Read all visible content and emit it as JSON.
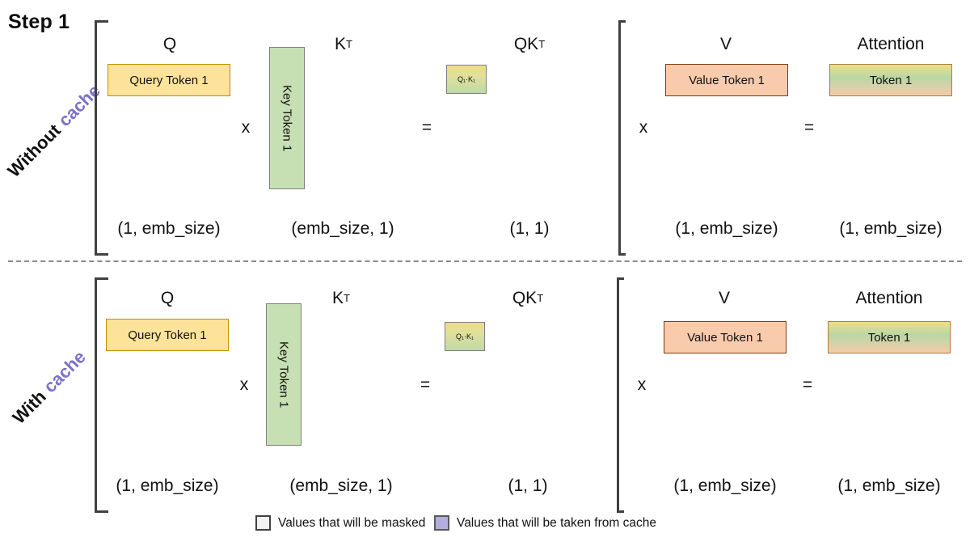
{
  "title": "Step 1",
  "colors": {
    "query_fill": "#fde39a",
    "query_border": "#bf9000",
    "key_fill": "#c7e0b3",
    "key_border": "#7f7f7f",
    "value_fill": "#f9cbad",
    "value_border": "#833c0b",
    "attention_gradient_top": "#ecdf87",
    "attention_gradient_mid": "#b9d7a6",
    "attention_gradient_bottom": "#f6cba9",
    "accent_purple": "#7b72c9",
    "bracket": "#404040",
    "masked_swatch": "#f2f2f2",
    "cache_swatch": "#b3aedd"
  },
  "rows": [
    {
      "id": "without-cache",
      "label_plain": "Without",
      "label_accent": "cache",
      "left_group": {
        "headers": [
          "Q",
          "K",
          "QK"
        ],
        "header_sups": [
          "",
          "T",
          "T"
        ],
        "boxes": {
          "query": "Query Token 1",
          "key": "Key Token 1",
          "qk": "Q₁·K₁"
        },
        "operators": [
          "x",
          "="
        ],
        "dims": [
          "(1, emb_size)",
          "(emb_size, 1)",
          "(1, 1)"
        ]
      },
      "right_group": {
        "headers": [
          "V",
          "Attention"
        ],
        "boxes": {
          "value": "Value Token 1",
          "attention": "Token 1"
        },
        "operators": [
          "x",
          "="
        ],
        "dims": [
          "(1, emb_size)",
          "(1, emb_size)"
        ]
      }
    },
    {
      "id": "with-cache",
      "label_plain": "With",
      "label_accent": "cache",
      "left_group": {
        "headers": [
          "Q",
          "K",
          "QK"
        ],
        "header_sups": [
          "",
          "T",
          "T"
        ],
        "boxes": {
          "query": "Query Token 1",
          "key": "Key Token 1",
          "qk": "Q₁·K₁"
        },
        "operators": [
          "x",
          "="
        ],
        "dims": [
          "(1, emb_size)",
          "(emb_size, 1)",
          "(1, 1)"
        ]
      },
      "right_group": {
        "headers": [
          "V",
          "Attention"
        ],
        "boxes": {
          "value": "Value Token 1",
          "attention": "Token 1"
        },
        "operators": [
          "x",
          "="
        ],
        "dims": [
          "(1, emb_size)",
          "(1, emb_size)"
        ]
      }
    }
  ],
  "legend": [
    {
      "swatch": "masked",
      "text": "Values that will be masked"
    },
    {
      "swatch": "cache",
      "text": "Values that will be taken from cache"
    }
  ]
}
